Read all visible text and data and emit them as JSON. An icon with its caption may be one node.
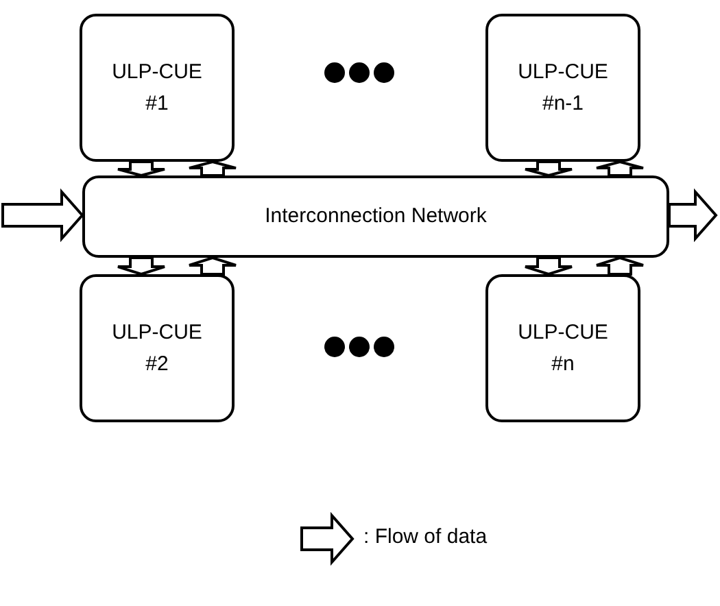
{
  "diagram": {
    "nodes": [
      {
        "text": [
          "ULP-CUE #1"
        ]
      },
      {
        "text": [
          "ULP-CUE #n-1"
        ]
      },
      {
        "text": [
          "Interconnection Network"
        ]
      },
      {
        "text": [
          "ULP-CUE #2"
        ]
      },
      {
        "text": [
          "ULP-CUE #n"
        ]
      }
    ],
    "edges": [
      {
        "from": 0,
        "to": 2,
        "arrow": "to"
      },
      {
        "from": 2,
        "to": 0,
        "arrow": "to"
      },
      {
        "from": 1,
        "to": 2,
        "arrow": "to"
      },
      {
        "from": 2,
        "to": 1,
        "arrow": "to"
      },
      {
        "from": 2,
        "to": 3,
        "arrow": "to"
      },
      {
        "from": 3,
        "to": 2,
        "arrow": "to"
      },
      {
        "from": 2,
        "to": 4,
        "arrow": "to"
      },
      {
        "from": 4,
        "to": 2,
        "arrow": "to"
      },
      {
        "from": null,
        "to": 2,
        "arrow": "to"
      },
      {
        "from": 2,
        "to": null,
        "arrow": "to"
      }
    ],
    "legend": [
      {
        "text": ": Flow of data"
      }
    ]
  }
}
